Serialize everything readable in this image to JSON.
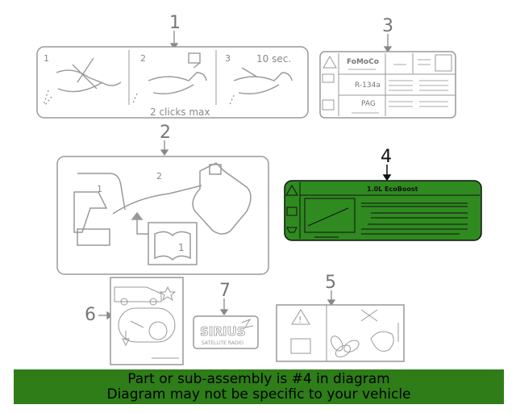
{
  "callouts": {
    "c1": "1",
    "c2": "2",
    "c3": "3",
    "c4": "4",
    "c5": "5",
    "c6": "6",
    "c7": "7"
  },
  "label1": {
    "step1": "1",
    "step2": "2",
    "step3": "3",
    "wait": "10 sec.",
    "caption": "2 clicks max"
  },
  "label2": {
    "step1": "1",
    "step2": "2",
    "book_page": "1"
  },
  "label3": {
    "brand": "FoMoCo",
    "refrigerant": "R-134a",
    "oil": "PAG"
  },
  "label4": {
    "engine": "1.0L EcoBoost"
  },
  "label7": {
    "brand": "SIRIUS",
    "subtitle": "SATELLITE RADIO"
  },
  "banner": {
    "line1": "Part or sub-assembly is #4 in diagram",
    "line2": "Diagram may not be specific to your vehicle"
  },
  "colors": {
    "highlight": "#2e7d18",
    "label4_fill": "#2f8a1f",
    "line": "#888888"
  }
}
